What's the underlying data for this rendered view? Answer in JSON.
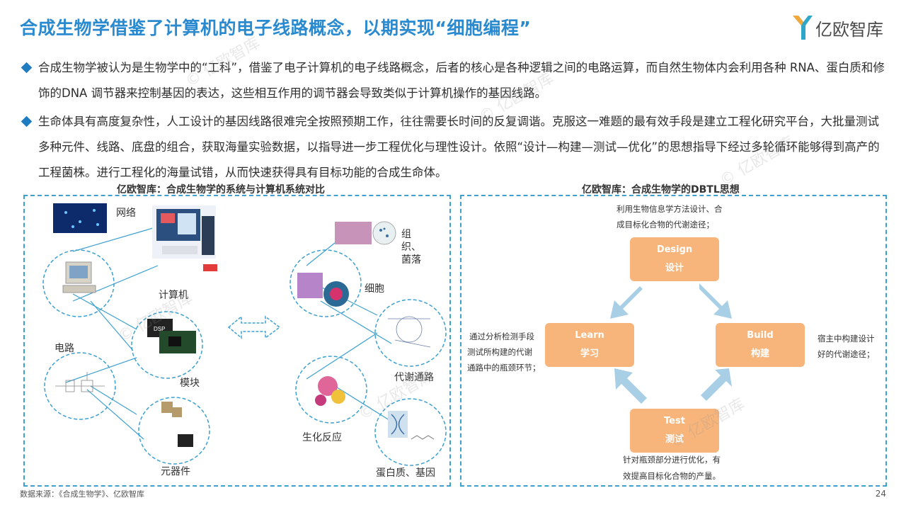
{
  "header": {
    "title": "合成生物学借鉴了计算机的电子线路概念，以期实现“细胞编程”",
    "logo_text": "亿欧智库"
  },
  "bullets": [
    "合成生物学被认为是生物学中的“工科”，借鉴了电子计算机的电子线路概念，后者的核心是各种逻辑之间的电路运算，而自然生物体内会利用各种 RNA、蛋白质和修饰的DNA 调节器来控制基因的表达，这些相互作用的调节器会导致类似于计算机操作的基因线路。",
    "生命体具有高度复杂性，人工设计的基因线路很难完全按照预期工作，往往需要长时间的反复调谐。克服这一难题的最有效手段是建立工程化研究平台，大批量测试多种元件、线路、底盘的组合，获取海量实验数据，以指导进一步工程优化与理性设计。依照“设计—构建—测试—优化”的思想指导下经过多轮循环能够得到高产的工程菌株。进行工程化的海量试错，从而快速获得具有目标功能的合成生命体。"
  ],
  "left_panel": {
    "title": "亿欧智库：合成生物学的系统与计算机系统对比",
    "labels": {
      "network": "网络",
      "computer": "计算机",
      "circuit": "电路",
      "module": "模块",
      "component": "元器件",
      "tissue": "组\n织、\n菌落",
      "cell": "细胞",
      "metabolic": "代谢通路",
      "biochem": "生化反应",
      "protein": "蛋白质、基因"
    },
    "chip_text": "DSP"
  },
  "right_panel": {
    "title": "亿欧智库：合成生物学的DBTL思想",
    "design": {
      "en": "Design",
      "zh": "设计",
      "desc_1": "利用生物信息学方法设计、合",
      "desc_2": "成目标化合物的代谢途径；"
    },
    "build": {
      "en": "Build",
      "zh": "构建",
      "desc_1": "宿主中构建设计",
      "desc_2": "好的代谢途径；"
    },
    "test": {
      "en": "Test",
      "zh": "测试",
      "desc_1": "针对瓶颈部分进行优化，有",
      "desc_2": "效提高目标化合物的产量。"
    },
    "learn": {
      "en": "Learn",
      "zh": "学习",
      "desc_1": "通过分析检测手段",
      "desc_2": "测试所构建的代谢",
      "desc_3": "通路中的瓶颈环节；"
    }
  },
  "footer": {
    "source": "数据来源：《合成生物学》、亿欧智库",
    "page": "24"
  },
  "watermark": "© 亿欧智库",
  "colors": {
    "title": "#2a8ad0",
    "accent": "#3ea0cf",
    "box": "#f7b57b",
    "arrow": "#a9cfe6"
  }
}
